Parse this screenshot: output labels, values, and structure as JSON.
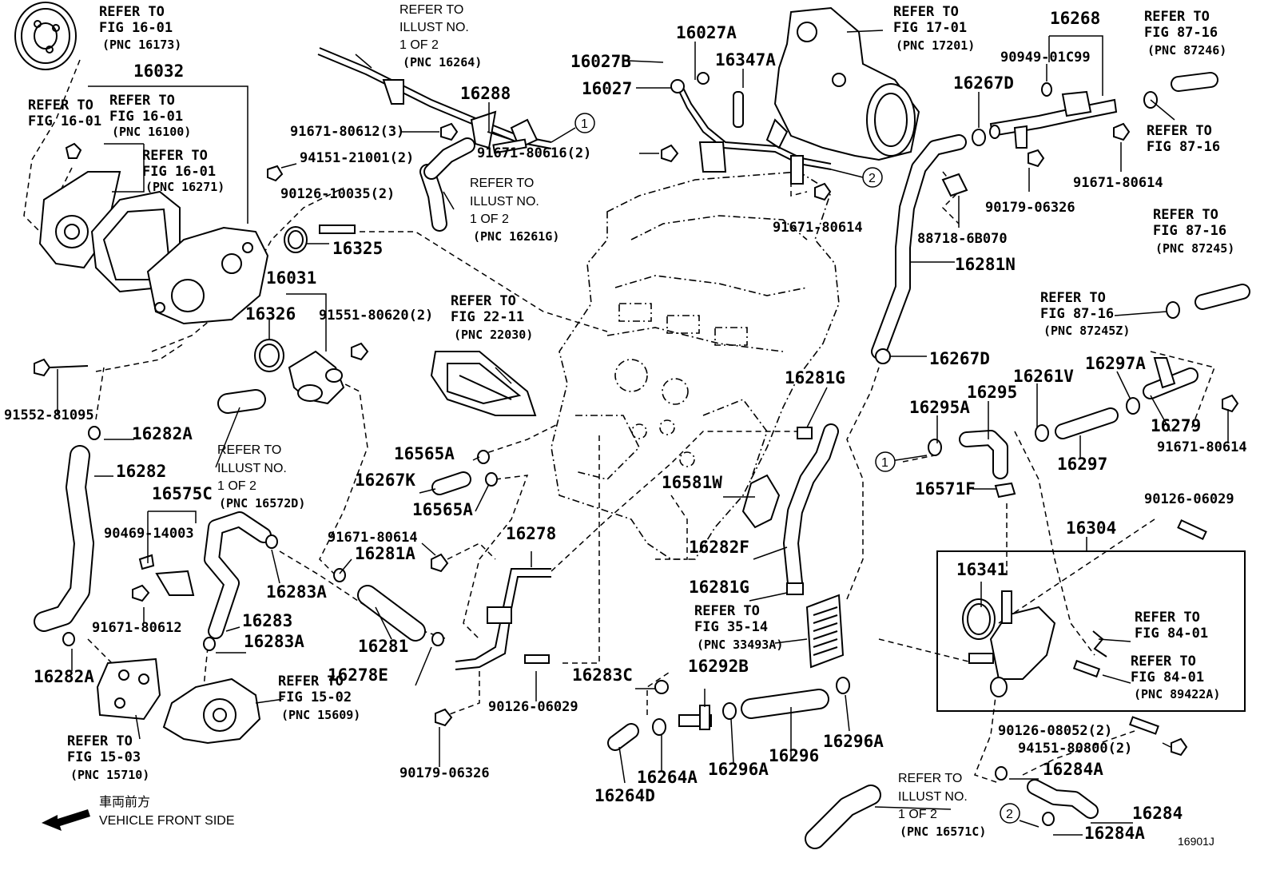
{
  "part_numbers": {
    "p16032": "16032",
    "p16031": "16031",
    "p16326": "16326",
    "p16325": "16325",
    "p91551": "91551-80620(2)",
    "p94151a": "94151-21001(2)",
    "p90126a": "90126-10035(2)",
    "p91671_80612_3": "91671-80612(3)",
    "p16288": "16288",
    "p91671_80616": "91671-80616(2)",
    "p16027A": "16027A",
    "p16027B": "16027B",
    "p16027": "16027",
    "p16347A": "16347A",
    "p91671_80614_top": "91671-80614",
    "p16268": "16268",
    "p90949": "90949-01C99",
    "p16267D_top": "16267D",
    "p91671_80614_right": "91671-80614",
    "p90179_right": "90179-06326",
    "p88718": "88718-6B070",
    "p16281N": "16281N",
    "p16267D_mid": "16267D",
    "p16281G_top": "16281G",
    "p16297A": "16297A",
    "p16295": "16295",
    "p16261V": "16261V",
    "p16295A": "16295A",
    "p16279": "16279",
    "p91671_80614_r2": "91671-80614",
    "p16297": "16297",
    "p16571F": "16571F",
    "p90126_06029_r": "90126-06029",
    "p16304": "16304",
    "p16341": "16341",
    "p91552": "91552-81095",
    "p16282A_top": "16282A",
    "p16282": "16282",
    "p16575C": "16575C",
    "p90469": "90469-14003",
    "p91671_80612": "91671-80612",
    "p16282A_bot": "16282A",
    "p16283A_top": "16283A",
    "p16283": "16283",
    "p16283A_bot": "16283A",
    "p91671_80614_mid": "91671-80614",
    "p16281A": "16281A",
    "p16281": "16281",
    "p16278E": "16278E",
    "p16278": "16278",
    "p16565A_top": "16565A",
    "p16267K": "16267K",
    "p16565A_bot": "16565A",
    "p90126_06029_c": "90126-06029",
    "p90179_c": "90179-06326",
    "p16581W": "16581W",
    "p16282F": "16282F",
    "p16281G_bot": "16281G",
    "p16283C": "16283C",
    "p16292B": "16292B",
    "p16264D": "16264D",
    "p16264A": "16264A",
    "p16296A_l": "16296A",
    "p16296": "16296",
    "p16296A_r": "16296A",
    "p90126_08052": "90126-08052(2)",
    "p94151_80800": "94151-80800(2)",
    "p16284A_top": "16284A",
    "p16284": "16284",
    "p16284A_bot": "16284A"
  },
  "references": {
    "r_16_01_173": [
      "REFER TO",
      "FIG 16-01",
      "(PNC 16173)"
    ],
    "r_16_01_a": [
      "REFER TO",
      "FIG 16-01"
    ],
    "r_16_01_100": [
      "REFER TO",
      "FIG 16-01",
      "(PNC 16100)"
    ],
    "r_16_01_271": [
      "REFER TO",
      "FIG 16-01",
      "(PNC 16271)"
    ],
    "r_ill_16264": [
      "REFER TO",
      "ILLUST NO.",
      "1 OF 2",
      "(PNC 16264)"
    ],
    "r_ill_16261G": [
      "REFER TO",
      "ILLUST NO.",
      "1 OF 2",
      "(PNC 16261G)"
    ],
    "r_17_01": [
      "REFER TO",
      "FIG 17-01",
      "(PNC 17201)"
    ],
    "r_87_16_246": [
      "REFER TO",
      "FIG 87-16",
      "(PNC 87246)"
    ],
    "r_87_16": [
      "REFER TO",
      "FIG 87-16"
    ],
    "r_87_16_245": [
      "REFER TO",
      "FIG 87-16",
      "(PNC 87245)"
    ],
    "r_87_16_245Z": [
      "REFER TO",
      "FIG 87-16",
      "(PNC 87245Z)"
    ],
    "r_22_11": [
      "REFER TO",
      "FIG 22-11",
      "(PNC 22030)"
    ],
    "r_ill_16572D": [
      "REFER TO",
      "ILLUST NO.",
      "1 OF 2",
      "(PNC 16572D)"
    ],
    "r_35_14": [
      "REFER TO",
      "FIG 35-14",
      "(PNC 33493A)"
    ],
    "r_15_02": [
      "REFER TO",
      "FIG 15-02",
      "(PNC 15609)"
    ],
    "r_15_03": [
      "REFER TO",
      "FIG 15-03",
      "(PNC 15710)"
    ],
    "r_84_01": [
      "REFER TO",
      "FIG 84-01"
    ],
    "r_84_01_422": [
      "REFER TO",
      "FIG 84-01",
      "(PNC 89422A)"
    ],
    "r_ill_16571C": [
      "REFER TO",
      "ILLUST NO.",
      "1 OF 2",
      "(PNC 16571C)"
    ]
  },
  "markers": {
    "m1": "1",
    "m2": "2"
  },
  "footer": {
    "direction_jp": "車両前方",
    "direction_en": "VEHICLE FRONT SIDE",
    "illustration_id": "16901J"
  }
}
